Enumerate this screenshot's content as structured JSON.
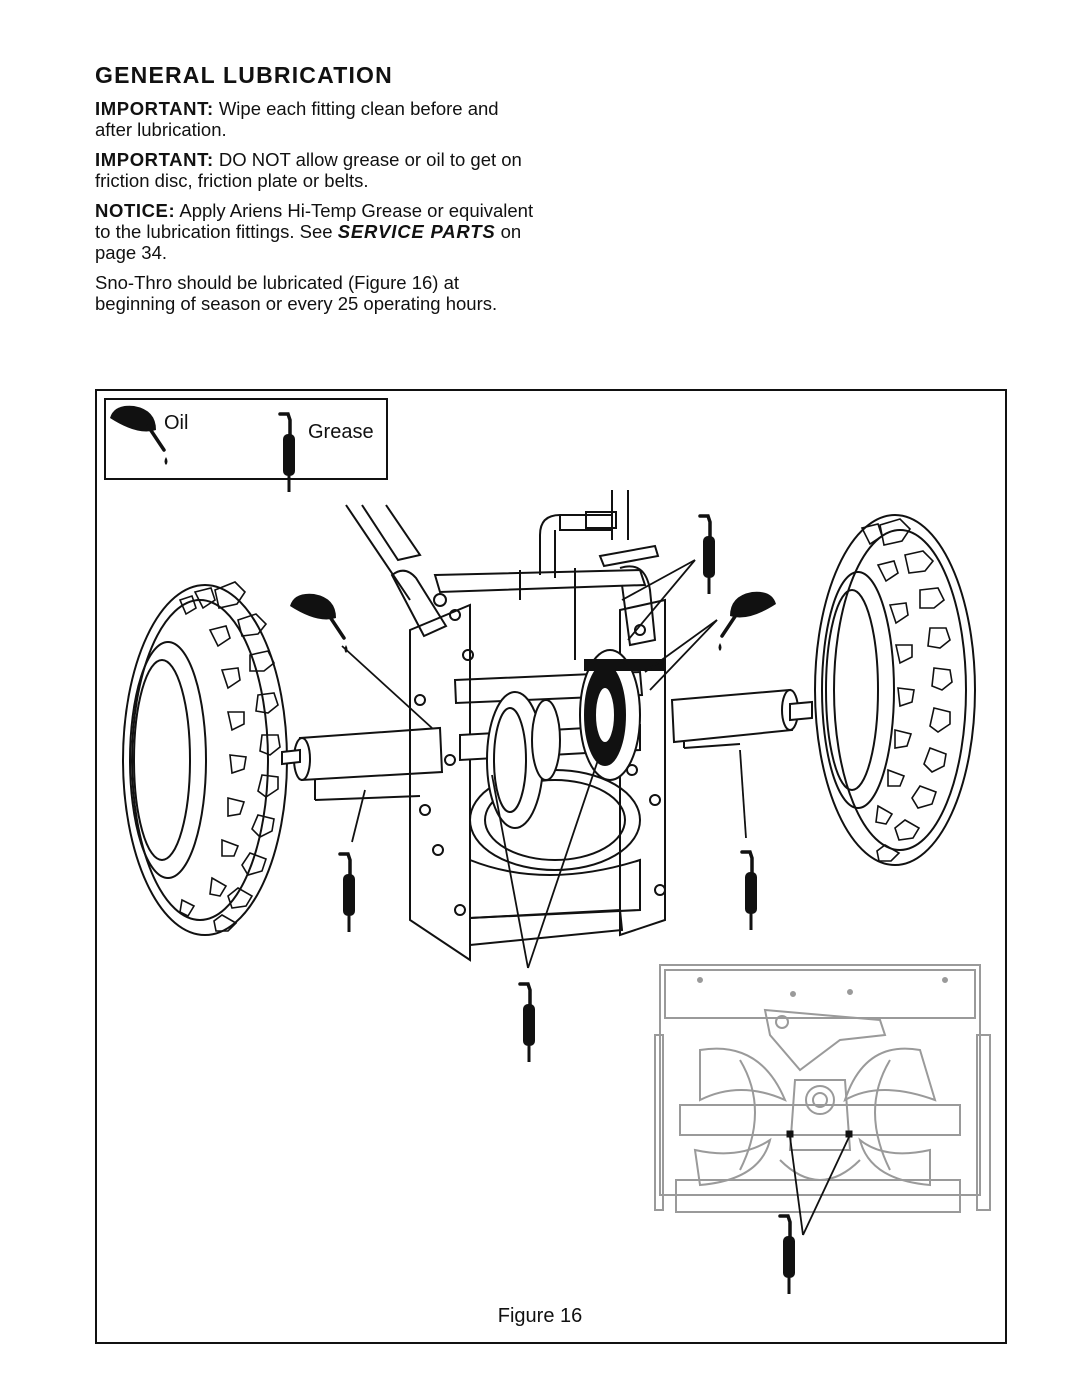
{
  "section": {
    "heading": "GENERAL LUBRICATION",
    "paragraphs": [
      {
        "label": "IMPORTANT:",
        "text": " Wipe each fitting clean before and after lubrication."
      },
      {
        "label": "IMPORTANT:",
        "text": " DO NOT allow grease or oil to get on friction disc, friction plate or belts."
      },
      {
        "label": "NOTICE:",
        "text": " Apply Ariens Hi-Temp Grease or equivalent to the lubrication fittings. See ",
        "ref": "SERVICE PARTS",
        "tail": " on page 34."
      },
      {
        "text": "Sno-Thro should be lubricated (Figure 16) at beginning of season or every 25 operating hours."
      }
    ]
  },
  "figure": {
    "legend": {
      "oil_label": "Oil",
      "grease_label": "Grease",
      "oil_icon": "oil-can-icon",
      "grease_icon": "grease-gun-icon"
    },
    "caption": "Figure 16",
    "colors": {
      "line": "#111111",
      "inset": "#9a9a9a"
    }
  }
}
